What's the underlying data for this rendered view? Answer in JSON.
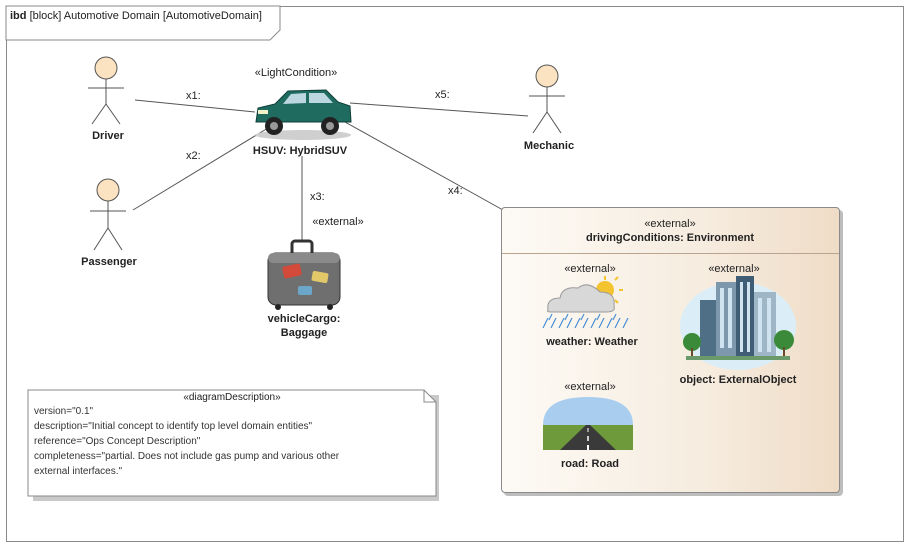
{
  "frame": {
    "kind": "ibd",
    "title": "[block] Automotive Domain [AutomotiveDomain]"
  },
  "actors": {
    "driver": "Driver",
    "passenger": "Passenger",
    "mechanic": "Mechanic"
  },
  "hsuv": {
    "stereotype": "«LightCondition»",
    "name": "HSUV: HybridSUV"
  },
  "connectors": {
    "x1": "x1:",
    "x2": "x2:",
    "x3": "x3:",
    "x4": "x4:",
    "x5": "x5:"
  },
  "cargo": {
    "stereotype": "«external»",
    "name_line1": "vehicleCargo:",
    "name_line2": "Baggage"
  },
  "environment": {
    "stereotype": "«external»",
    "name": "drivingConditions: Environment",
    "weather": {
      "stereotype": "«external»",
      "name": "weather: Weather"
    },
    "object": {
      "stereotype": "«external»",
      "name": "object: ExternalObject"
    },
    "road": {
      "stereotype": "«external»",
      "name": "road: Road"
    }
  },
  "note": {
    "stereotype": "«diagramDescription»",
    "lines": [
      "version=\"0.1\"",
      "description=\"Initial concept to identify top level domain entities\"",
      "reference=\"Ops Concept Description\"",
      "completeness=\"partial. Does not include gas pump and various other",
      "external interfaces.\""
    ]
  },
  "colors": {
    "frame_border": "#8a8a8a",
    "actor_fill": "#fbe3c2",
    "car_body": "#1f6b5f",
    "env_fill_light": "#fdfaf5",
    "env_fill_dark": "#efdcc6"
  }
}
